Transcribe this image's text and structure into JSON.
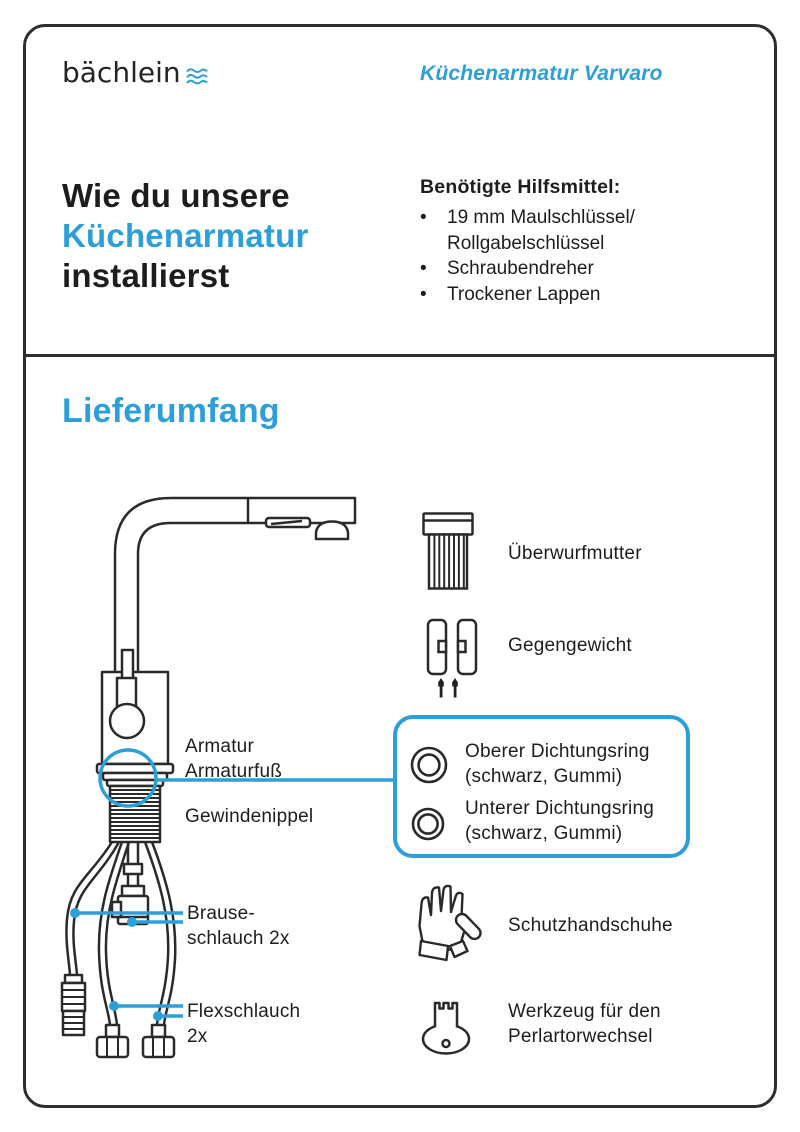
{
  "colors": {
    "accent_blue": "#2D9FD8",
    "ink": "#1D1D1D",
    "line_art": "#2A2A2A",
    "border": "#2E2E2E"
  },
  "header": {
    "logo_text": "bächlein",
    "product_title": "Küchenarmatur Varvaro"
  },
  "intro": {
    "title": {
      "line1": "Wie du unsere",
      "line2": "Küchenarmatur",
      "line3": "installierst"
    },
    "tools_heading": "Benötigte Hilfsmittel:",
    "bullet": "•",
    "tools": [
      {
        "line1": "19 mm Maulschlüssel/",
        "line2": "Rollgabelschlüssel"
      },
      {
        "line1": "Schraubendreher",
        "line2": ""
      },
      {
        "line1": "Trockener Lappen",
        "line2": ""
      }
    ]
  },
  "delivery": {
    "heading": "Lieferumfang",
    "diagram_labels": {
      "armatur": "Armatur",
      "armaturfuss": "Armaturfuß",
      "gewindenippel": "Gewindenippel",
      "brauseschlauch_line1": "Brause-",
      "brauseschlauch_line2": "schlauch 2x",
      "flexschlauch_line1": "Flexschlauch",
      "flexschlauch_line2": "2x"
    },
    "parts": [
      {
        "label_line1": "Überwurfmutter",
        "label_line2": "",
        "icon": "cap-nut-icon"
      },
      {
        "label_line1": "Gegengewicht",
        "label_line2": "",
        "icon": "counterweight-icon"
      },
      {
        "label_line1": "Schutzhandschuhe",
        "label_line2": "",
        "icon": "protective-glove-icon"
      },
      {
        "label_line1": "Werkzeug für den",
        "label_line2": "Perlartorwechsel",
        "icon": "aerator-tool-icon"
      }
    ],
    "seal_box": {
      "items": [
        {
          "line1": "Oberer Dichtungsring",
          "line2": "(schwarz, Gummi)",
          "icon": "o-ring-icon"
        },
        {
          "line1": "Unterer Dichtungsring",
          "line2": "(schwarz, Gummi)",
          "icon": "o-ring-icon"
        }
      ]
    }
  }
}
